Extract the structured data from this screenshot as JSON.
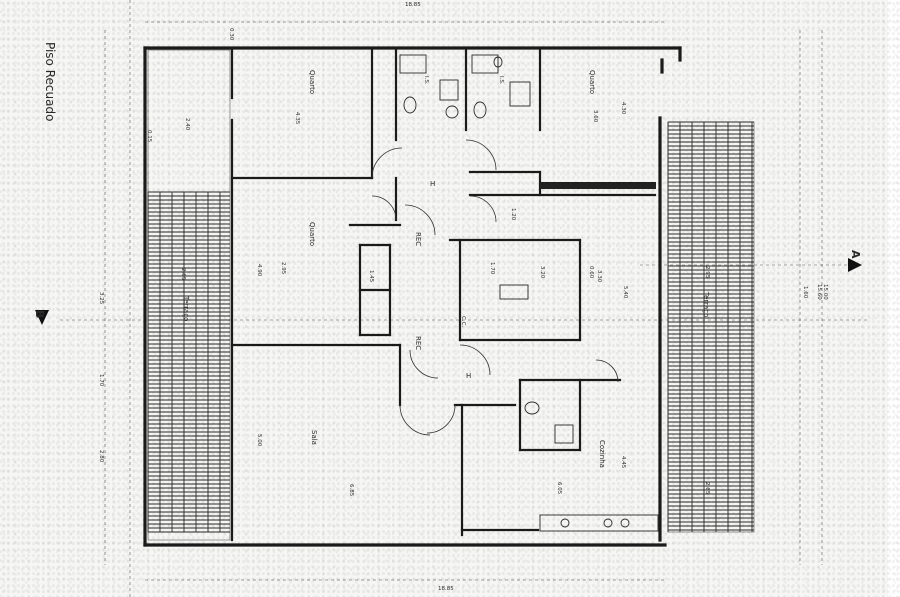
{
  "sheet": {
    "label": "Piso Recuado",
    "section_a": "A",
    "section_b": "B",
    "total_width": "18.85",
    "total_height": "15.60"
  },
  "rooms": {
    "quarto_1": "Quarto",
    "quarto_2": "Quarto",
    "quarto_3": "Quarto",
    "sala": "Sala",
    "cozinha": "Cozinha",
    "terraco_left": "Terraço",
    "terraco_right": "Terraço",
    "hall_top": "H",
    "hall_bottom": "H",
    "wc_1": "I.S.",
    "wc_2": "I.S.",
    "rec_1": "REC",
    "rec_2": "REC",
    "cc": "C.C."
  },
  "dimensions": {
    "d_240": "2.40",
    "d_435": "4.35",
    "d_360": "3.60",
    "d_430": "4.30",
    "d_295a": "2.95",
    "d_295b": "2.95",
    "d_285": "2.85",
    "d_170": "1.70",
    "d_320": "3.20",
    "d_540": "5.40",
    "d_685": "6.85",
    "d_605": "6.05",
    "d_445": "4.45",
    "d_265": "2.65",
    "d_145": "1.45",
    "d_330": "3.30",
    "d_325": "3.25",
    "d_280": "2.80",
    "d_160": "1.60",
    "d_1500": "15.00",
    "d_490": "4.90",
    "d_500": "5.00",
    "d_170b": "1.70",
    "d_120": "1.20",
    "d_060": "0.60",
    "d_015": "0.15",
    "d_030": "0.30"
  }
}
